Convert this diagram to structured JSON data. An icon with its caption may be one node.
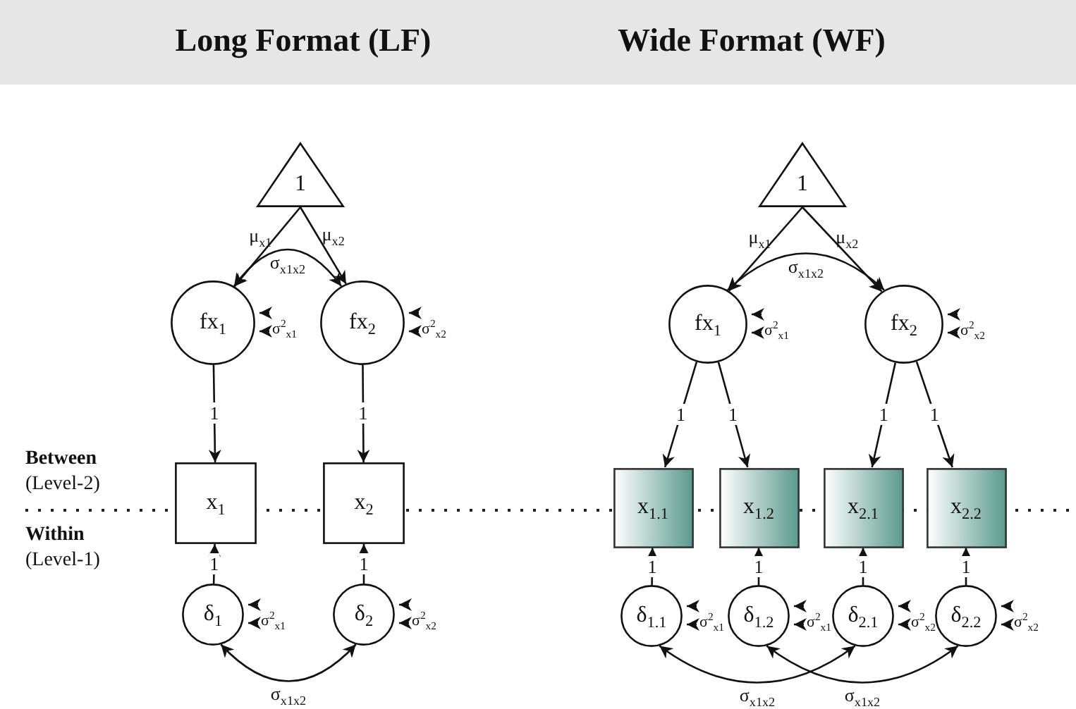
{
  "diagram": {
    "nodes": [
      {
        "text": [
          "1"
        ]
      },
      {
        "text": [
          "fx$_{1}$"
        ]
      },
      {
        "text": [
          "fx$_{2}$"
        ]
      },
      {
        "text": [
          "x$_{1}$"
        ]
      },
      {
        "text": [
          "x$_{2}$"
        ]
      },
      {
        "text": [
          "δ$_{1}$"
        ]
      },
      {
        "text": [
          "δ$_{2}$"
        ]
      },
      {
        "text": [
          "1"
        ]
      },
      {
        "text": [
          "fx$_{1}$"
        ]
      },
      {
        "text": [
          "fx$_{2}$"
        ]
      },
      {
        "text": [
          "x$_{1.1}$"
        ]
      },
      {
        "text": [
          "x$_{1.2}$"
        ]
      },
      {
        "text": [
          "x$_{2.1}$"
        ]
      },
      {
        "text": [
          "x$_{2.2}$"
        ]
      },
      {
        "text": [
          "δ$_{1.1}$"
        ]
      },
      {
        "text": [
          "δ$_{1.2}$"
        ]
      },
      {
        "text": [
          "δ$_{2.1}$"
        ]
      },
      {
        "text": [
          "δ$_{2.2}$"
        ]
      }
    ],
    "edges": [
      {
        "from": 0,
        "to": 1,
        "arrow": "to",
        "label": "μ$_{x1}$"
      },
      {
        "from": 0,
        "to": 2,
        "arrow": "to",
        "label": "μ$_{x2}$"
      },
      {
        "from": 1,
        "to": 2,
        "arrow": "both",
        "label": "σ$_{x1x2}$"
      },
      {
        "from": null,
        "to": 1,
        "arrow": "to",
        "label": "σ$^{2}$$_{x1}$"
      },
      {
        "from": null,
        "to": 2,
        "arrow": "to",
        "label": "σ$^{2}$$_{x2}$"
      },
      {
        "from": 1,
        "to": 3,
        "arrow": "to",
        "label": "1"
      },
      {
        "from": 2,
        "to": 4,
        "arrow": "to",
        "label": "1"
      },
      {
        "from": 5,
        "to": 3,
        "arrow": "to",
        "label": "1"
      },
      {
        "from": 6,
        "to": 4,
        "arrow": "to",
        "label": "1"
      },
      {
        "from": null,
        "to": 5,
        "arrow": "to",
        "label": "σ$^{2}$$_{x1}$"
      },
      {
        "from": null,
        "to": 6,
        "arrow": "to",
        "label": "σ$^{2}$$_{x2}$"
      },
      {
        "from": 5,
        "to": 6,
        "arrow": "both",
        "label": "σ$_{x1x2}$"
      },
      {
        "from": 7,
        "to": 8,
        "arrow": "to",
        "label": "μ$_{x1}$"
      },
      {
        "from": 7,
        "to": 9,
        "arrow": "to",
        "label": "μ$_{x2}$"
      },
      {
        "from": 8,
        "to": 9,
        "arrow": "both",
        "label": "σ$_{x1x2}$"
      },
      {
        "from": null,
        "to": 8,
        "arrow": "to",
        "label": "σ$^{2}$$_{x1}$"
      },
      {
        "from": null,
        "to": 9,
        "arrow": "to",
        "label": "σ$^{2}$$_{x2}$"
      },
      {
        "from": 8,
        "to": 10,
        "arrow": "to",
        "label": "1"
      },
      {
        "from": 8,
        "to": 11,
        "arrow": "to",
        "label": "1"
      },
      {
        "from": 9,
        "to": 12,
        "arrow": "to",
        "label": "1"
      },
      {
        "from": 9,
        "to": 13,
        "arrow": "to",
        "label": "1"
      },
      {
        "from": 14,
        "to": 10,
        "arrow": "to",
        "label": "1"
      },
      {
        "from": 15,
        "to": 11,
        "arrow": "to",
        "label": "1"
      },
      {
        "from": 16,
        "to": 12,
        "arrow": "to",
        "label": "1"
      },
      {
        "from": 17,
        "to": 13,
        "arrow": "to",
        "label": "1"
      },
      {
        "from": null,
        "to": 14,
        "arrow": "to",
        "label": "σ$^{2}$$_{x1}$"
      },
      {
        "from": null,
        "to": 15,
        "arrow": "to",
        "label": "σ$^{2}$$_{x1}$"
      },
      {
        "from": null,
        "to": 16,
        "arrow": "to",
        "label": "σ$^{2}$$_{x2}$"
      },
      {
        "from": null,
        "to": 17,
        "arrow": "to",
        "label": "σ$^{2}$$_{x2}$"
      },
      {
        "from": 14,
        "to": 16,
        "arrow": "both",
        "label": "σ$_{x1x2}$"
      },
      {
        "from": 15,
        "to": 17,
        "arrow": "both",
        "label": "σ$_{x1x2}$"
      }
    ],
    "labels": [
      "Long Format (LF)",
      "Wide Format (WF)",
      "Between",
      "(Level-2)",
      "Within",
      "(Level-1)"
    ]
  }
}
